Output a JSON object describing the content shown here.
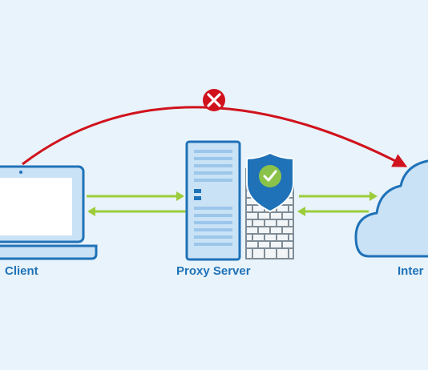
{
  "labels": {
    "client": "Client",
    "proxy": "Proxy Server",
    "internet": "Inter"
  },
  "colors": {
    "background": "#e8f3fb",
    "primary_blue": "#1f72b8",
    "light_blue": "#c9e2f6",
    "arrow_green": "#9ccc3b",
    "blocked_red": "#d0121c",
    "check_green": "#8bc34a"
  },
  "icons": {
    "client": "laptop-icon",
    "proxy": "server-tower-icon",
    "firewall": "brick-wall-icon",
    "security": "shield-check-icon",
    "internet": "cloud-icon",
    "blocked": "x-circle-icon"
  }
}
